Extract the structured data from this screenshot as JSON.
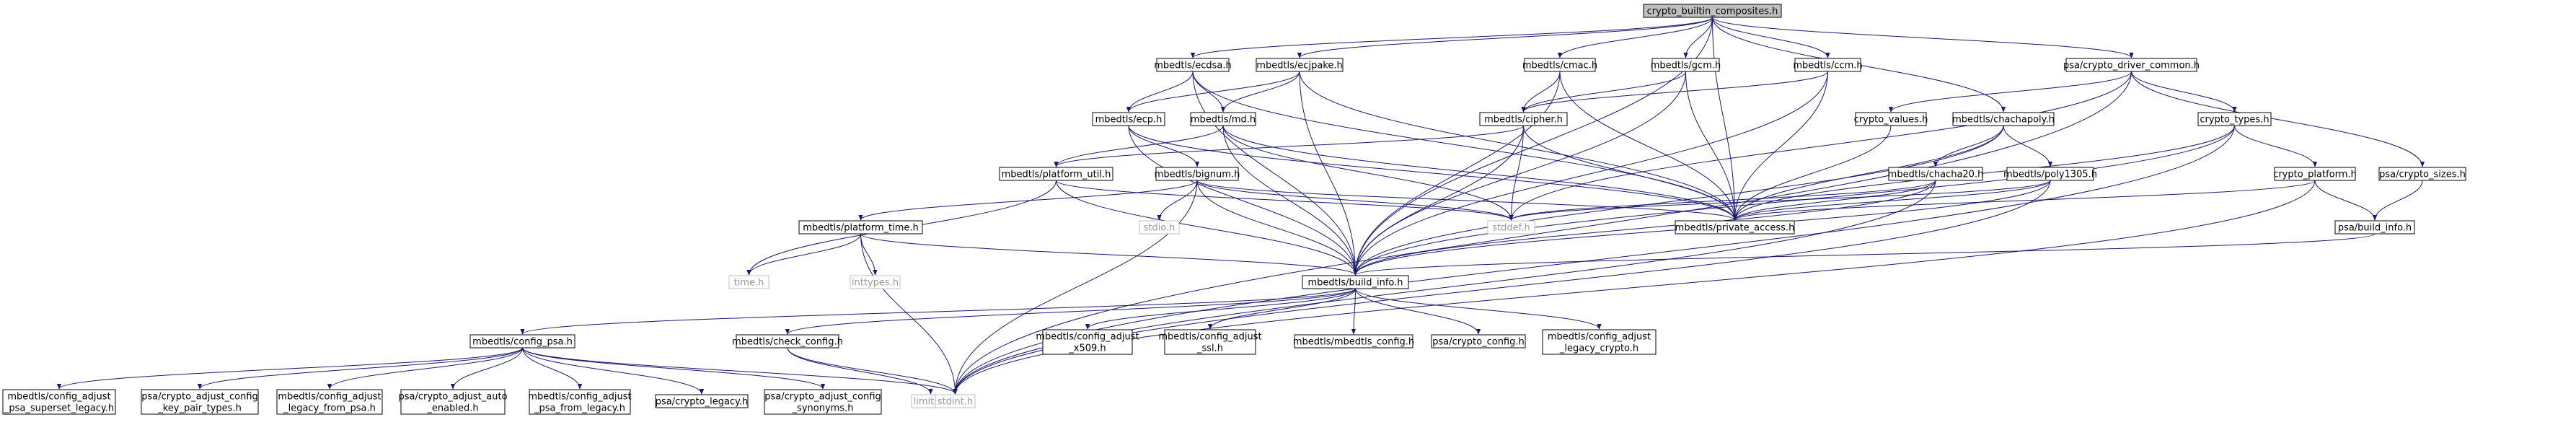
{
  "diagram": {
    "type": "include-dependency-graph",
    "colors": {
      "edge": "#191970",
      "node_border": "#000000",
      "system_border": "#bfbfbf",
      "root_fill": "#bfbfbf",
      "node_fill": "#ffffff",
      "system_text": "#9a9a9a"
    },
    "nodes": [
      {
        "id": "root",
        "lines": [
          "crypto_builtin_composites.h"
        ],
        "kind": "root"
      },
      {
        "id": "ecdsa",
        "lines": [
          "mbedtls/ecdsa.h"
        ],
        "kind": "header"
      },
      {
        "id": "ecjpake",
        "lines": [
          "mbedtls/ecjpake.h"
        ],
        "kind": "header"
      },
      {
        "id": "cmac",
        "lines": [
          "mbedtls/cmac.h"
        ],
        "kind": "header"
      },
      {
        "id": "gcm",
        "lines": [
          "mbedtls/gcm.h"
        ],
        "kind": "header"
      },
      {
        "id": "ccm",
        "lines": [
          "mbedtls/ccm.h"
        ],
        "kind": "header"
      },
      {
        "id": "pdc",
        "lines": [
          "psa/crypto_driver_common.h"
        ],
        "kind": "header"
      },
      {
        "id": "ecp",
        "lines": [
          "mbedtls/ecp.h"
        ],
        "kind": "header"
      },
      {
        "id": "md",
        "lines": [
          "mbedtls/md.h"
        ],
        "kind": "header"
      },
      {
        "id": "cipher",
        "lines": [
          "mbedtls/cipher.h"
        ],
        "kind": "header"
      },
      {
        "id": "values",
        "lines": [
          "crypto_values.h"
        ],
        "kind": "header"
      },
      {
        "id": "chachapoly",
        "lines": [
          "mbedtls/chachapoly.h"
        ],
        "kind": "header"
      },
      {
        "id": "types",
        "lines": [
          "crypto_types.h"
        ],
        "kind": "header"
      },
      {
        "id": "plat_util",
        "lines": [
          "mbedtls/platform_util.h"
        ],
        "kind": "header"
      },
      {
        "id": "bignum",
        "lines": [
          "mbedtls/bignum.h"
        ],
        "kind": "header"
      },
      {
        "id": "chacha20",
        "lines": [
          "mbedtls/chacha20.h"
        ],
        "kind": "header"
      },
      {
        "id": "poly1305",
        "lines": [
          "mbedtls/poly1305.h"
        ],
        "kind": "header"
      },
      {
        "id": "cplatform",
        "lines": [
          "crypto_platform.h"
        ],
        "kind": "header"
      },
      {
        "id": "csizes",
        "lines": [
          "psa/crypto_sizes.h"
        ],
        "kind": "header"
      },
      {
        "id": "plat_time",
        "lines": [
          "mbedtls/platform_time.h"
        ],
        "kind": "header"
      },
      {
        "id": "stdio",
        "lines": [
          "stdio.h"
        ],
        "kind": "system"
      },
      {
        "id": "stddef",
        "lines": [
          "stddef.h"
        ],
        "kind": "system"
      },
      {
        "id": "private",
        "lines": [
          "mbedtls/private_access.h"
        ],
        "kind": "header"
      },
      {
        "id": "psabuild",
        "lines": [
          "psa/build_info.h"
        ],
        "kind": "header"
      },
      {
        "id": "time",
        "lines": [
          "time.h"
        ],
        "kind": "system"
      },
      {
        "id": "inttypes",
        "lines": [
          "inttypes.h"
        ],
        "kind": "system"
      },
      {
        "id": "build",
        "lines": [
          "mbedtls/build_info.h"
        ],
        "kind": "header"
      },
      {
        "id": "config_psa",
        "lines": [
          "mbedtls/config_psa.h"
        ],
        "kind": "header"
      },
      {
        "id": "check",
        "lines": [
          "mbedtls/check_config.h"
        ],
        "kind": "header"
      },
      {
        "id": "adj_x509",
        "lines": [
          "mbedtls/config_adjust",
          "_x509.h"
        ],
        "kind": "header"
      },
      {
        "id": "adj_ssl",
        "lines": [
          "mbedtls/config_adjust",
          "_ssl.h"
        ],
        "kind": "header"
      },
      {
        "id": "mbconfig",
        "lines": [
          "mbedtls/mbedtls_config.h"
        ],
        "kind": "header"
      },
      {
        "id": "psaconfig",
        "lines": [
          "psa/crypto_config.h"
        ],
        "kind": "header"
      },
      {
        "id": "adj_legacy_crypto",
        "lines": [
          "mbedtls/config_adjust",
          "_legacy_crypto.h"
        ],
        "kind": "header"
      },
      {
        "id": "limits",
        "lines": [
          "limits.h"
        ],
        "kind": "system"
      },
      {
        "id": "adj_superset",
        "lines": [
          "mbedtls/config_adjust",
          "_psa_superset_legacy.h"
        ],
        "kind": "header"
      },
      {
        "id": "adj_keypair",
        "lines": [
          "psa/crypto_adjust_config",
          "_key_pair_types.h"
        ],
        "kind": "header"
      },
      {
        "id": "adj_from_psa",
        "lines": [
          "mbedtls/config_adjust",
          "_legacy_from_psa.h"
        ],
        "kind": "header"
      },
      {
        "id": "adj_auto",
        "lines": [
          "psa/crypto_adjust_auto",
          "_enabled.h"
        ],
        "kind": "header"
      },
      {
        "id": "adj_from_legacy",
        "lines": [
          "mbedtls/config_adjust",
          "_psa_from_legacy.h"
        ],
        "kind": "header"
      },
      {
        "id": "legacy",
        "lines": [
          "psa/crypto_legacy.h"
        ],
        "kind": "header"
      },
      {
        "id": "adj_syn",
        "lines": [
          "psa/crypto_adjust_config",
          "_synonyms.h"
        ],
        "kind": "header"
      },
      {
        "id": "stdint",
        "lines": [
          "stdint.h"
        ],
        "kind": "system"
      }
    ],
    "edges": [
      [
        "root",
        "ecdsa"
      ],
      [
        "root",
        "ecjpake"
      ],
      [
        "root",
        "cmac"
      ],
      [
        "root",
        "gcm"
      ],
      [
        "root",
        "ccm"
      ],
      [
        "root",
        "pdc"
      ],
      [
        "root",
        "chachapoly"
      ],
      [
        "root",
        "private"
      ],
      [
        "root",
        "build"
      ],
      [
        "ecdsa",
        "ecp"
      ],
      [
        "ecdsa",
        "md"
      ],
      [
        "ecdsa",
        "private"
      ],
      [
        "ecdsa",
        "build"
      ],
      [
        "ecjpake",
        "ecp"
      ],
      [
        "ecjpake",
        "md"
      ],
      [
        "ecjpake",
        "private"
      ],
      [
        "ecjpake",
        "build"
      ],
      [
        "cmac",
        "cipher"
      ],
      [
        "cmac",
        "private"
      ],
      [
        "cmac",
        "build"
      ],
      [
        "gcm",
        "cipher"
      ],
      [
        "gcm",
        "private"
      ],
      [
        "gcm",
        "build"
      ],
      [
        "ccm",
        "cipher"
      ],
      [
        "ccm",
        "private"
      ],
      [
        "ccm",
        "build"
      ],
      [
        "pdc",
        "stddef"
      ],
      [
        "pdc",
        "values"
      ],
      [
        "pdc",
        "types"
      ],
      [
        "pdc",
        "csizes"
      ],
      [
        "pdc",
        "stdint"
      ],
      [
        "ecp",
        "bignum"
      ],
      [
        "ecp",
        "private"
      ],
      [
        "ecp",
        "build"
      ],
      [
        "md",
        "plat_util"
      ],
      [
        "md",
        "private"
      ],
      [
        "md",
        "build"
      ],
      [
        "md",
        "stddef"
      ],
      [
        "cipher",
        "plat_util"
      ],
      [
        "cipher",
        "private"
      ],
      [
        "cipher",
        "build"
      ],
      [
        "cipher",
        "stddef"
      ],
      [
        "values",
        "private"
      ],
      [
        "chachapoly",
        "chacha20"
      ],
      [
        "chachapoly",
        "poly1305"
      ],
      [
        "chachapoly",
        "private"
      ],
      [
        "chachapoly",
        "build"
      ],
      [
        "types",
        "cplatform"
      ],
      [
        "types",
        "private"
      ],
      [
        "types",
        "build"
      ],
      [
        "types",
        "stdint"
      ],
      [
        "plat_util",
        "build"
      ],
      [
        "plat_util",
        "stddef"
      ],
      [
        "plat_util",
        "time"
      ],
      [
        "bignum",
        "stdio"
      ],
      [
        "bignum",
        "stddef"
      ],
      [
        "bignum",
        "private"
      ],
      [
        "bignum",
        "build"
      ],
      [
        "bignum",
        "plat_time"
      ],
      [
        "bignum",
        "stdint"
      ],
      [
        "chacha20",
        "stddef"
      ],
      [
        "chacha20",
        "private"
      ],
      [
        "chacha20",
        "build"
      ],
      [
        "chacha20",
        "stdint"
      ],
      [
        "poly1305",
        "stddef"
      ],
      [
        "poly1305",
        "private"
      ],
      [
        "poly1305",
        "build"
      ],
      [
        "poly1305",
        "stdint"
      ],
      [
        "cplatform",
        "private"
      ],
      [
        "cplatform",
        "psabuild"
      ],
      [
        "cplatform",
        "stdint"
      ],
      [
        "csizes",
        "psabuild"
      ],
      [
        "psabuild",
        "build"
      ],
      [
        "plat_time",
        "time"
      ],
      [
        "plat_time",
        "inttypes"
      ],
      [
        "plat_time",
        "build"
      ],
      [
        "plat_time",
        "stdint"
      ],
      [
        "build",
        "config_psa"
      ],
      [
        "build",
        "check"
      ],
      [
        "build",
        "adj_x509"
      ],
      [
        "build",
        "adj_ssl"
      ],
      [
        "build",
        "mbconfig"
      ],
      [
        "build",
        "psaconfig"
      ],
      [
        "build",
        "adj_legacy_crypto"
      ],
      [
        "config_psa",
        "adj_superset"
      ],
      [
        "config_psa",
        "adj_keypair"
      ],
      [
        "config_psa",
        "adj_from_psa"
      ],
      [
        "config_psa",
        "adj_auto"
      ],
      [
        "config_psa",
        "adj_from_legacy"
      ],
      [
        "config_psa",
        "legacy"
      ],
      [
        "config_psa",
        "adj_syn"
      ],
      [
        "config_psa",
        "stdint"
      ],
      [
        "check",
        "limits"
      ],
      [
        "check",
        "stdint"
      ]
    ]
  }
}
